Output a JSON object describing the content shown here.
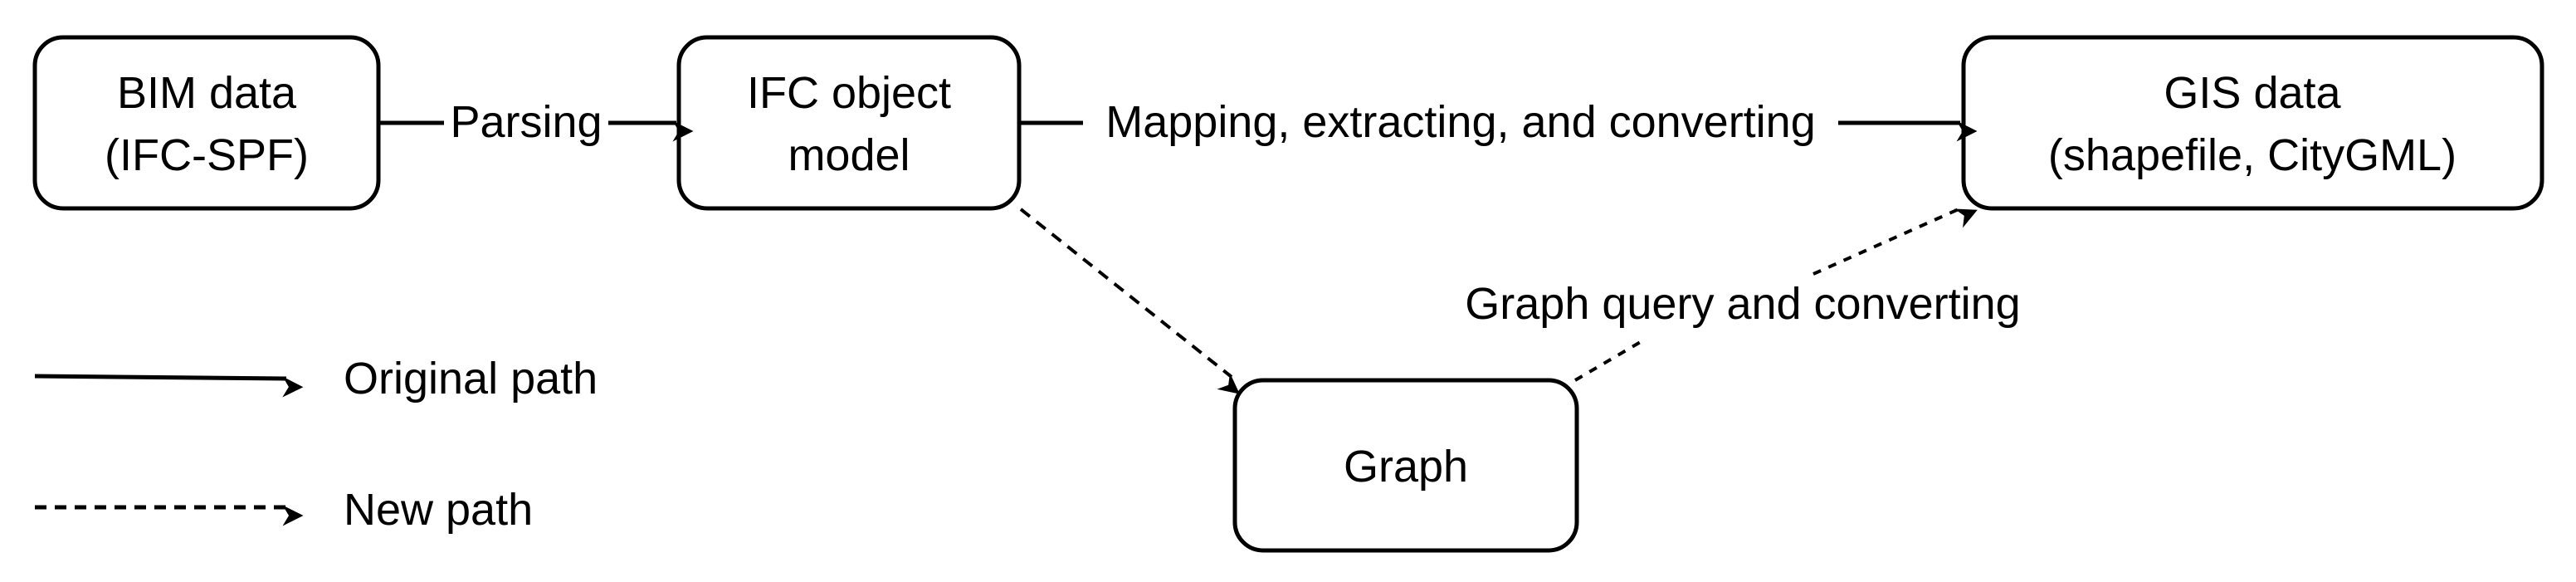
{
  "nodes": {
    "bim": {
      "line1": "BIM data",
      "line2": "(IFC-SPF)"
    },
    "ifc": {
      "line1": "IFC object",
      "line2": "model"
    },
    "gis": {
      "line1": "GIS data",
      "line2": "(shapefile, CityGML)"
    },
    "graph": {
      "line1": "Graph"
    }
  },
  "edges": {
    "parsing": "Parsing",
    "mapping": "Mapping, extracting, and converting",
    "graph_query": "Graph query and converting"
  },
  "legend": {
    "original": "Original path",
    "new": "New path"
  },
  "colors": {
    "stroke": "#000000",
    "background": "#ffffff"
  }
}
